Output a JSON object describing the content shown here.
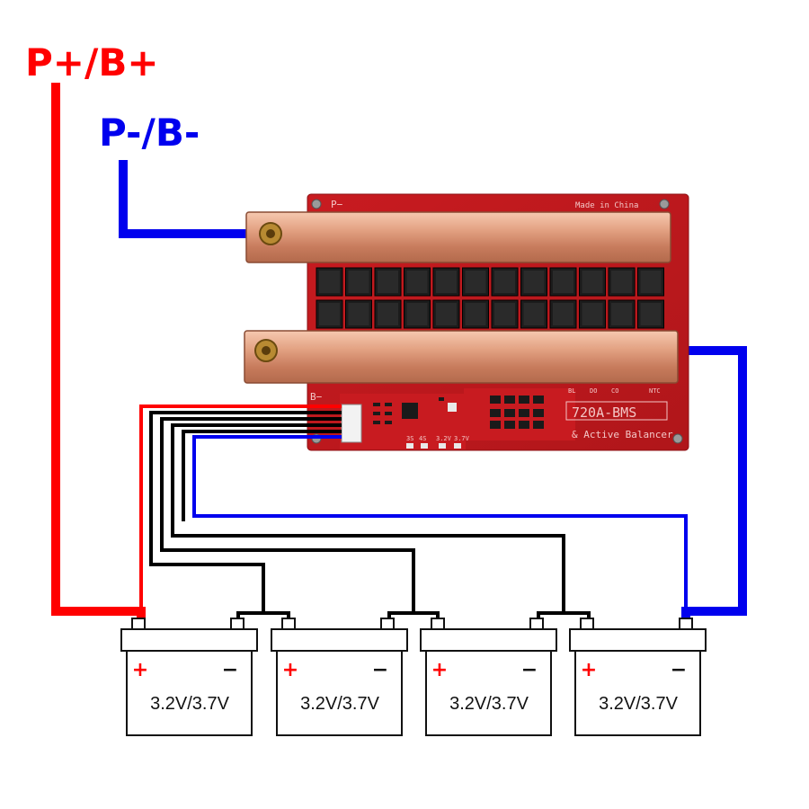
{
  "labels": {
    "p_plus_b_plus": "P+/B+",
    "p_minus_b_minus": "P-/B-"
  },
  "board": {
    "p_minus": "P−",
    "b_minus": "B−",
    "made_in": "Made in China",
    "model": "720A-BMS",
    "subtitle": "& Active Balancer",
    "silk_3s": "3S",
    "silk_4s": "4S",
    "silk_32v": "3.2V",
    "silk_37v": "3.7V",
    "silk_bl": "BL",
    "silk_do": "DO",
    "silk_co": "CO",
    "silk_ntc": "NTC"
  },
  "batteries": [
    {
      "plus": "+",
      "minus": "−",
      "voltage": "3.2V/3.7V"
    },
    {
      "plus": "+",
      "minus": "−",
      "voltage": "3.2V/3.7V"
    },
    {
      "plus": "+",
      "minus": "−",
      "voltage": "3.2V/3.7V"
    },
    {
      "plus": "+",
      "minus": "−",
      "voltage": "3.2V/3.7V"
    }
  ],
  "colors": {
    "positive_wire": "#ff0000",
    "negative_wire": "#0000ee",
    "balance_wire": "#000000",
    "pcb": "#c8191e",
    "busbar": "#d99a7a"
  }
}
